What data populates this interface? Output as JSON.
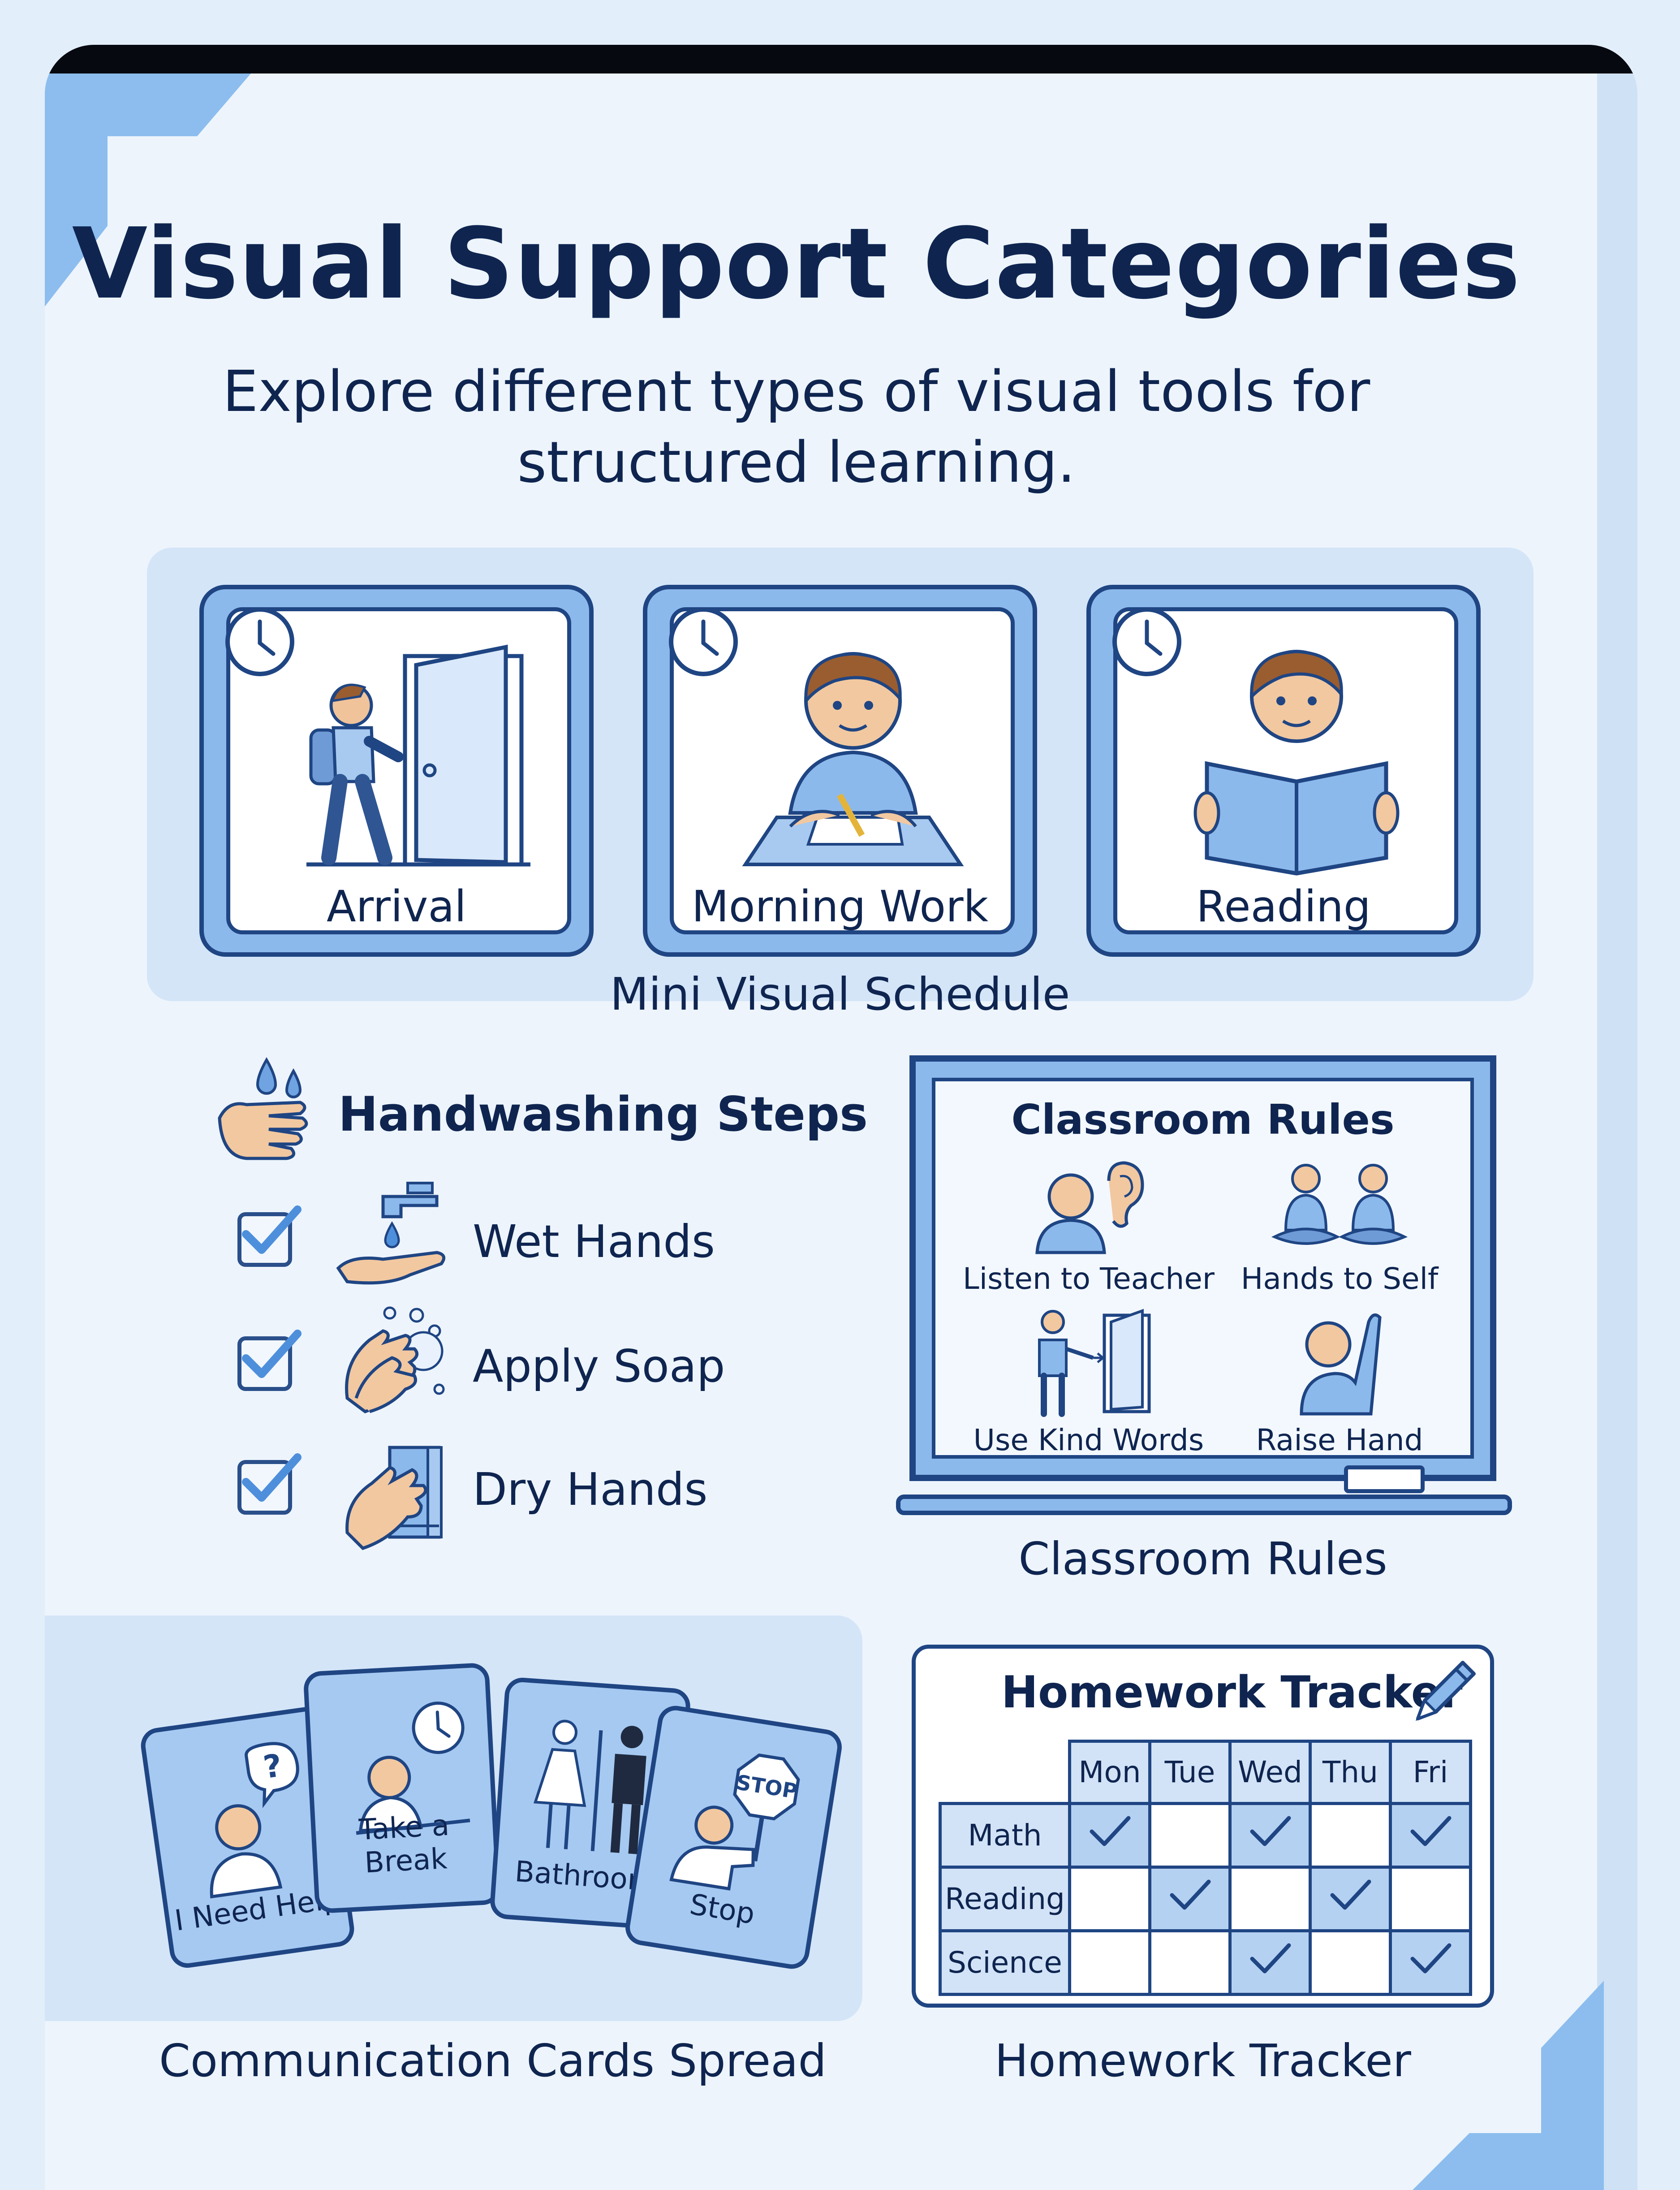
{
  "page": {
    "title": "Visual Support Categories",
    "subtitle": "Explore different types of visual tools for structured learning."
  },
  "schedule": {
    "caption": "Mini Visual Schedule",
    "items": [
      {
        "label": "Arrival",
        "icon": "door-arrival-icon"
      },
      {
        "label": "Morning Work",
        "icon": "child-writing-icon"
      },
      {
        "label": "Reading",
        "icon": "child-reading-icon"
      }
    ],
    "clock_icon": "clock-icon"
  },
  "handwashing": {
    "title": "Handwashing Steps",
    "icon": "hand-water-drops-icon",
    "steps": [
      {
        "label": "Wet Hands",
        "checked": true,
        "icon": "faucet-hand-icon"
      },
      {
        "label": "Apply Soap",
        "checked": true,
        "icon": "soap-hands-icon"
      },
      {
        "label": "Dry Hands",
        "checked": true,
        "icon": "towel-hands-icon"
      }
    ]
  },
  "classroom_rules": {
    "board_title": "Classroom Rules",
    "caption": "Classroom Rules",
    "rules": [
      {
        "label": "Listen to Teacher",
        "icon": "ear-listen-icon"
      },
      {
        "label": "Hands to Self",
        "icon": "two-children-icon"
      },
      {
        "label": "Use Kind Words",
        "icon": "person-door-icon"
      },
      {
        "label": "Raise Hand",
        "icon": "raise-hand-icon"
      }
    ]
  },
  "communication_cards": {
    "caption": "Communication Cards Spread",
    "cards": [
      {
        "label": "I Need Help",
        "icon": "question-bubble-icon"
      },
      {
        "label": "Take a Break",
        "icon": "clock-rest-icon"
      },
      {
        "label": "Bathroom",
        "icon": "restroom-icon"
      },
      {
        "label": "Stop",
        "icon": "stop-sign-icon"
      }
    ]
  },
  "homework_tracker": {
    "title": "Homework Tracker",
    "caption": "Homework Tracker",
    "icon": "pencil-icon",
    "days": [
      "Mon",
      "Tue",
      "Wed",
      "Thu",
      "Fri"
    ],
    "rows": [
      {
        "subject": "Math",
        "done": [
          true,
          false,
          true,
          false,
          true
        ]
      },
      {
        "subject": "Reading",
        "done": [
          false,
          true,
          false,
          true,
          false
        ]
      },
      {
        "subject": "Science",
        "done": [
          false,
          false,
          true,
          false,
          true
        ]
      }
    ]
  },
  "colors": {
    "background": "#e3eefb",
    "card_blue": "#8cb9ec",
    "navy": "#1f4583",
    "text": "#0f2550"
  }
}
